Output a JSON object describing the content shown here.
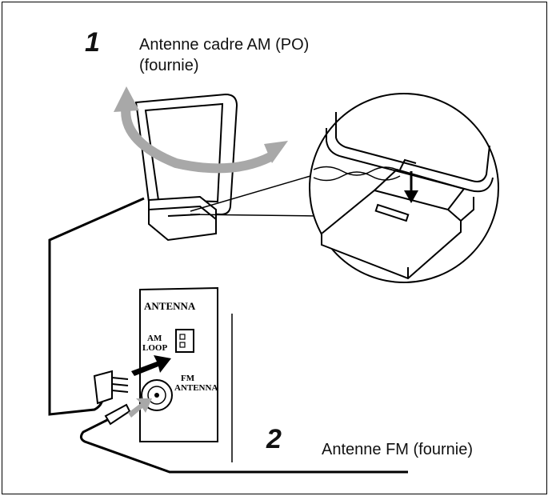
{
  "step1": {
    "number": "1",
    "caption_line1": "Antenne cadre AM (PO)",
    "caption_line2": "(fournie)"
  },
  "step2": {
    "number": "2",
    "caption": "Antenne FM (fournie)"
  },
  "panel": {
    "title": "ANTENNA",
    "am_label_line1": "AM",
    "am_label_line2": "LOOP",
    "fm_label_line1": "FM",
    "fm_label_line2": "ANTENNA"
  },
  "colors": {
    "arrow_gray": "#a8a8a8",
    "line": "#000000"
  }
}
